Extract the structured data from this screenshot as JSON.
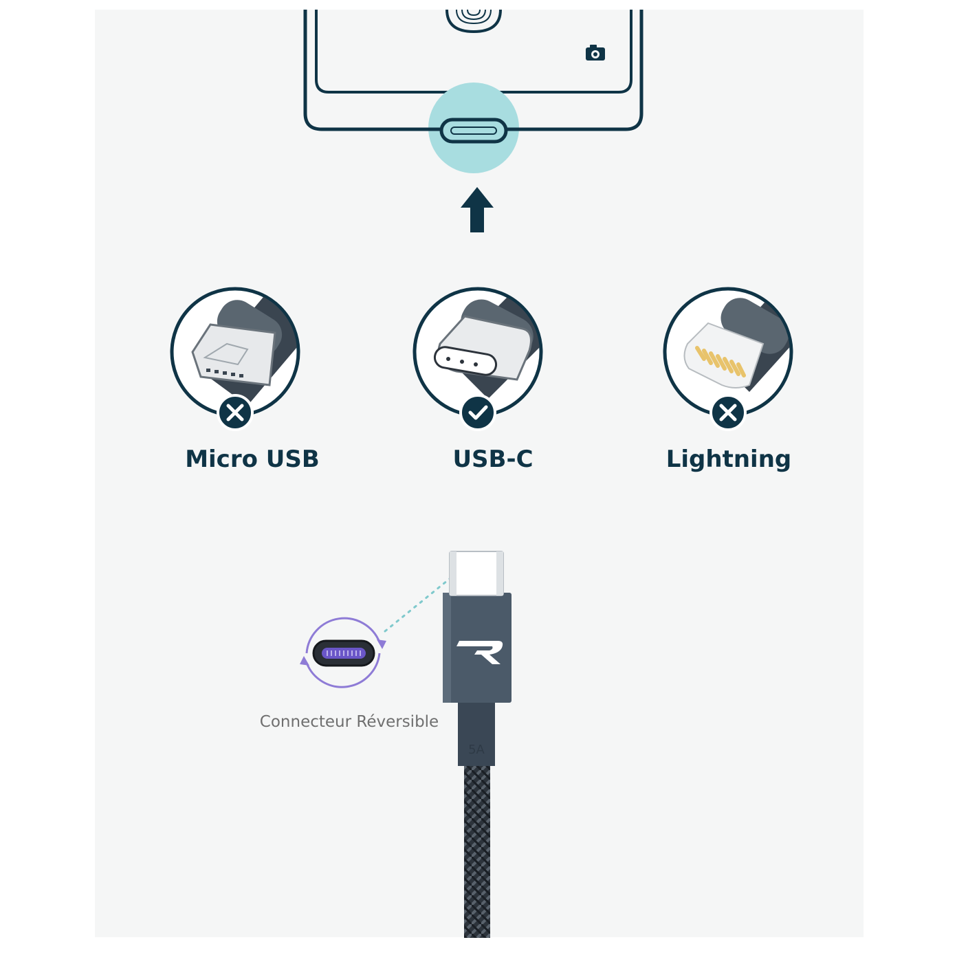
{
  "connectors": [
    {
      "label": "Micro USB",
      "status": "not-compatible",
      "status_icon": "cross-icon"
    },
    {
      "label": "USB-C",
      "status": "compatible",
      "status_icon": "check-icon"
    },
    {
      "label": "Lightning",
      "status": "not-compatible",
      "status_icon": "cross-icon"
    }
  ],
  "cable": {
    "reversible_label": "Connecteur Réversible",
    "rating_label": "5A",
    "logo_letter": "R"
  },
  "colors": {
    "navy": "#0f3446",
    "highlight": "#a8dde0",
    "background": "#f5f6f6",
    "reversible_accent": "#8e7bd6",
    "lightning_pins": "#e8c36b"
  }
}
